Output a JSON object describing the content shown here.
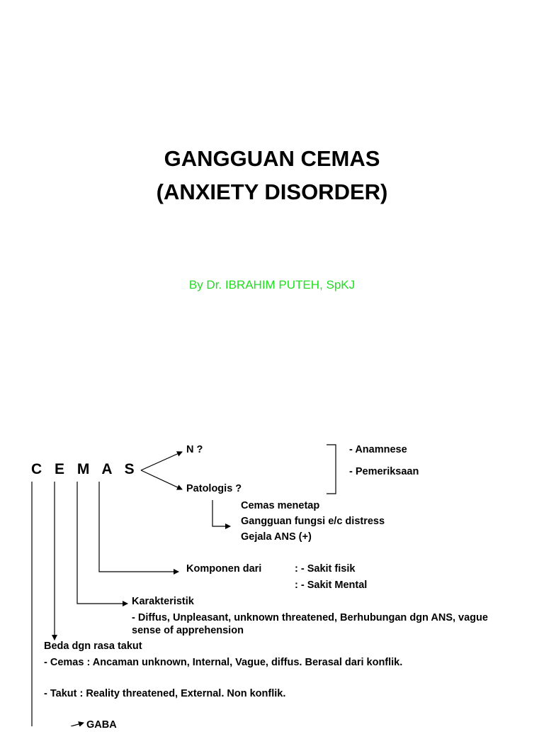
{
  "slide": {
    "title_line1": "GANGGUAN CEMAS",
    "title_line2": "(ANXIETY DISORDER)",
    "author": "By Dr. IBRAHIM PUTEH, SpKJ",
    "author_color": "#22dd22"
  },
  "diagram": {
    "root": "C E M A S",
    "n_label": "N ?",
    "patologis_label": "Patologis ?",
    "anamnese": "- Anamnese",
    "pemeriksaan": "- Pemeriksaan",
    "patologis_items": [
      "Cemas menetap",
      "Gangguan fungsi e/c distress",
      "Gejala ANS (+)"
    ],
    "komponen_label": "Komponen dari",
    "komponen_items": [
      ": - Sakit fisik",
      ": - Sakit Mental"
    ],
    "karakteristik_label": "Karakteristik",
    "karakteristik_line1": "- Diffus, Unpleasant, unknown threatened, Berhubungan dgn ANS, vague",
    "karakteristik_line2": "sense of apprehension",
    "beda_label": "Beda dgn rasa takut",
    "cemas_line": "- Cemas  : Ancaman unknown, Internal, Vague, diffus. Berasal dari konflik.",
    "takut_line": "- Takut    : Reality threatened, External.  Non konflik.",
    "gaba_label": "GABA"
  }
}
